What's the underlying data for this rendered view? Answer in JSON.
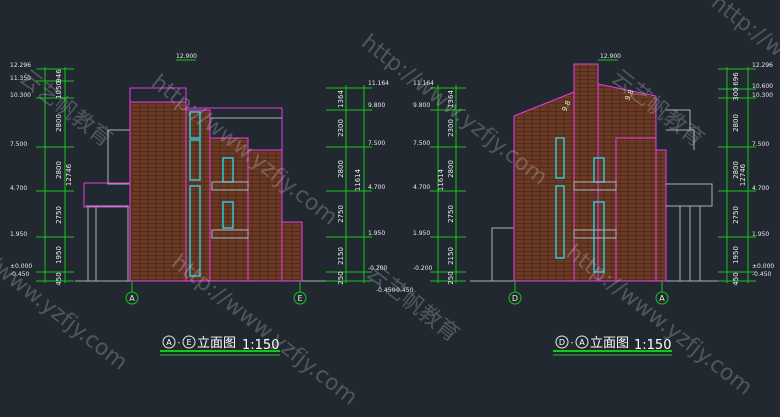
{
  "colors": {
    "background": "#212830",
    "dim_line": "#19c51b",
    "dim_text": "#e8e8e8",
    "wall": "#6b3a24",
    "brick_line": "#3b1e12",
    "outline": "#e43be8",
    "window": "#26c9d6",
    "grey": "#a9b1b8",
    "axis_circle": "#19c51b",
    "title_text": "#ffffff",
    "watermark": "#c8d0d8"
  },
  "left": {
    "elev_labels": [
      "12.296",
      "11.350",
      "10.300",
      "7.500",
      "4.700",
      "1.950",
      "±0.000",
      "-0.450"
    ],
    "dims": [
      "946",
      "1050",
      "2800",
      "2800",
      "2750",
      "1950",
      "450",
      "12746"
    ],
    "right_elev_labels": [
      "11.164",
      "9.800",
      "7.500",
      "4.700",
      "1.950",
      "-0.200",
      "-0.450"
    ],
    "right_dims": [
      "1364",
      "2300",
      "2800",
      "2750",
      "2150",
      "250",
      "11614"
    ],
    "top_label": "12.900",
    "axis_left": "A",
    "axis_right": "E",
    "title_a": "A",
    "title_sep": "-",
    "title_b": "E",
    "title_text": "立面图",
    "title_scale": "1:150"
  },
  "right": {
    "elev_labels": [
      "11.164",
      "9.800",
      "7.500",
      "4.700",
      "1.950",
      "-0.200",
      "-0.450"
    ],
    "dims": [
      "1364",
      "2300",
      "2800",
      "2750",
      "2150",
      "250",
      "11614"
    ],
    "right_elev_labels": [
      "12.296",
      "10.600",
      "10.300",
      "7.500",
      "4.700",
      "1.950",
      "±0.000",
      "-0.450"
    ],
    "right_dims": [
      "696",
      "300",
      "2800",
      "2800",
      "2750",
      "1950",
      "450",
      "12746"
    ],
    "top_label": "12.900",
    "roof_dims": [
      "9.8",
      "9.8"
    ],
    "axis_left": "D",
    "axis_right": "A",
    "title_a": "D",
    "title_sep": "-",
    "title_b": "A",
    "title_text": "立面图",
    "title_scale": "1:150"
  },
  "watermarks": [
    "http://www.yzfjy.com",
    "云艺帆教育"
  ]
}
